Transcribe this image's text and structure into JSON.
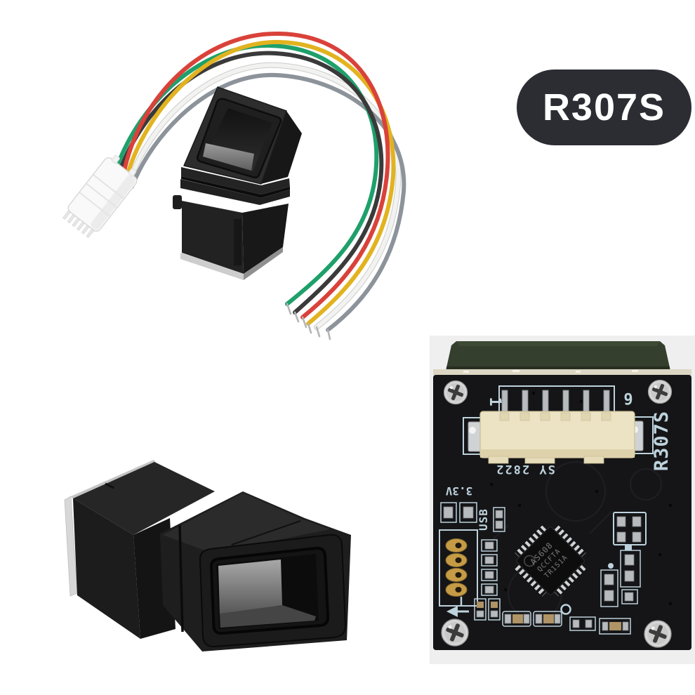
{
  "page": {
    "background_color": "#ffffff"
  },
  "badge": {
    "label": "R307S",
    "background_color": "#2b2d32",
    "text_color": "#ffffff"
  },
  "photo_sensor_with_cable": {
    "description": "Black optical fingerprint sensor module with white 6-pin connector and looping 6-wire cable",
    "wires": [
      {
        "name": "red",
        "color": "#d9423a"
      },
      {
        "name": "yellow",
        "color": "#e2b320"
      },
      {
        "name": "black",
        "color": "#3a3a3a"
      },
      {
        "name": "green",
        "color": "#1fa06b"
      },
      {
        "name": "white",
        "color": "#f2f2f0"
      },
      {
        "name": "gray",
        "color": "#8d939a"
      }
    ]
  },
  "photo_module_pair": {
    "description": "Two black fingerprint sensor modules lying on side, one showing the sensor window opening"
  },
  "pcb": {
    "description": "Back of R307S sensor PCB with 6-pin connector",
    "photo_background_color": "#efeff0",
    "board_color": "#151517",
    "silkscreen_color": "#bdd2dc",
    "sensor_top_color": "#343f2d",
    "connector_color": "#ece3c4",
    "gold_pad_color": "#c59b45",
    "labels": {
      "pin1": "1",
      "pin6": "6",
      "date_code": "SY 2822",
      "model": "R307S",
      "voltage": "3.3V",
      "usb": "USB"
    },
    "chip": {
      "line1": "AS608",
      "line2": "QCCFTA",
      "line3": "TR1S1A"
    }
  }
}
